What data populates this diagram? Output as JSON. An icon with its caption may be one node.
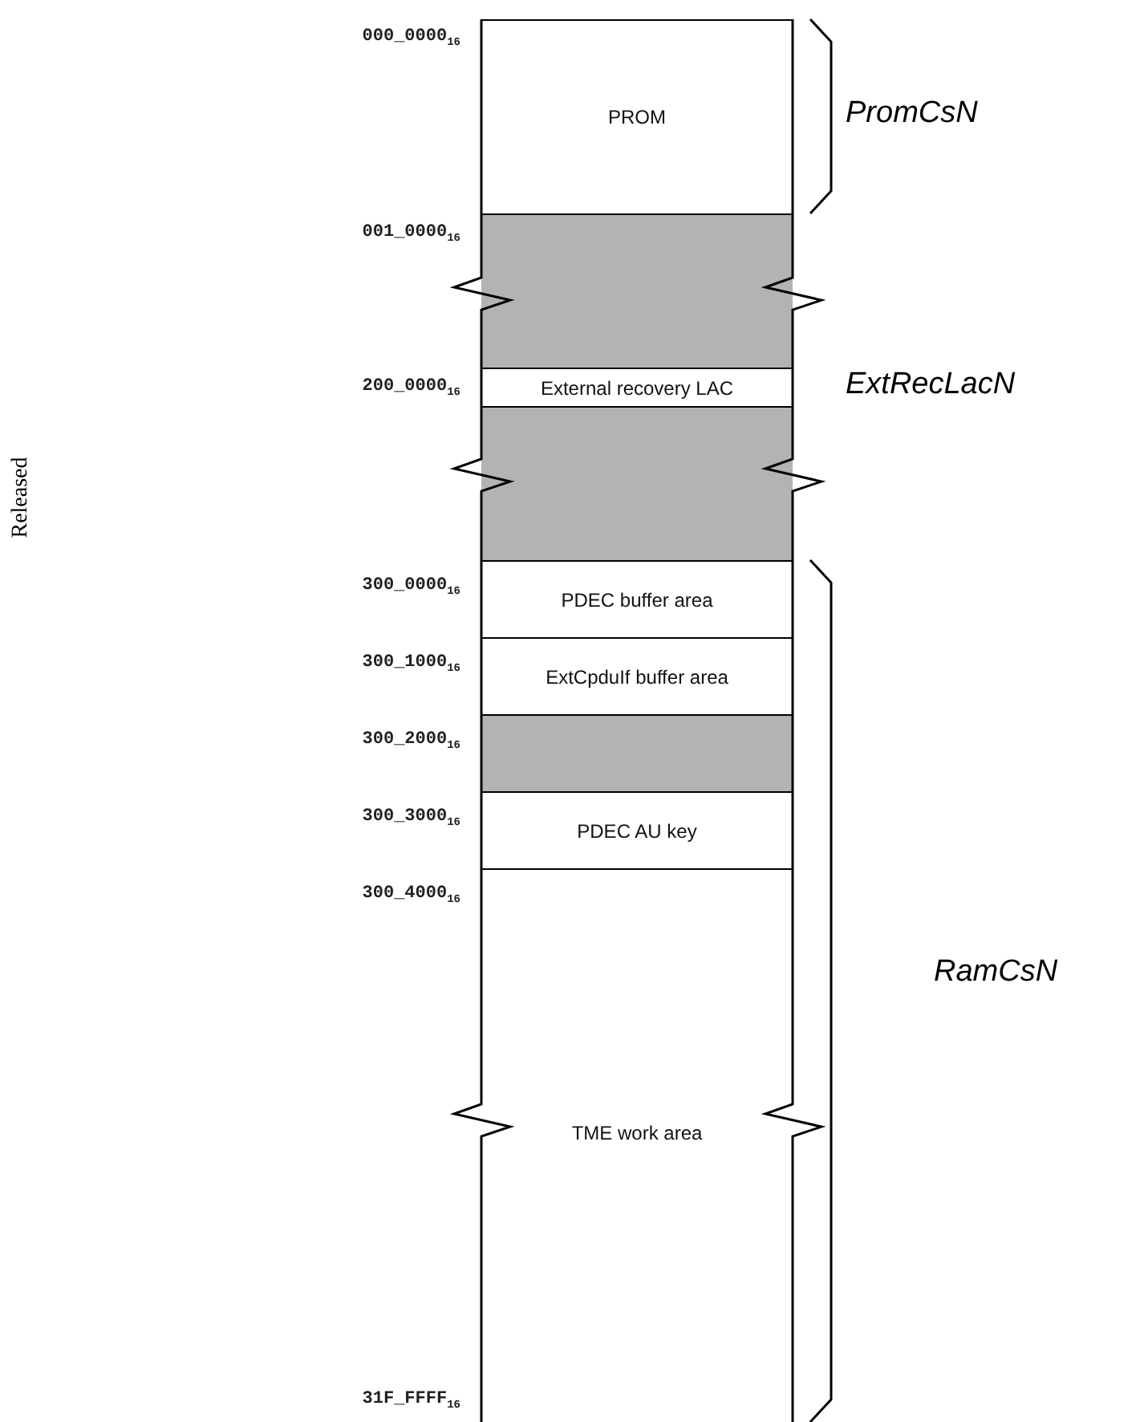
{
  "diagram": {
    "nodes": [
      {
        "text": [
          "PROM"
        ]
      },
      {
        "text": [],
        "shape": "box"
      },
      {
        "text": [
          "External recovery LAC"
        ]
      },
      {
        "text": [],
        "shape": "box"
      },
      {
        "text": [
          "PDEC buffer area"
        ]
      },
      {
        "text": [
          "ExtCpduIf buffer area"
        ]
      },
      {
        "text": [],
        "shape": "box"
      },
      {
        "text": [
          "PDEC AU key"
        ]
      },
      {
        "text": [
          "TME work area"
        ]
      }
    ],
    "labels": [
      "Released",
      "000_0000$_{16}$",
      "001_0000$_{16}$",
      "200_0000$_{16}$",
      "300_0000$_{16}$",
      "300_1000$_{16}$",
      "300_2000$_{16}$",
      "300_3000$_{16}$",
      "300_4000$_{16}$",
      "31F_FFFF$_{16}$",
      "PromCsN",
      "ExtRecLacN",
      "RamCsN"
    ]
  }
}
